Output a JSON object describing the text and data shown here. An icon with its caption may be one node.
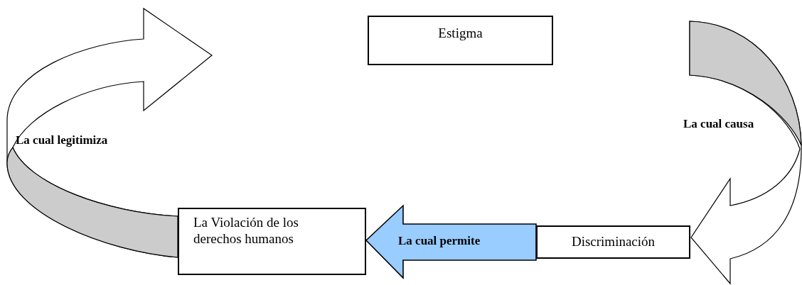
{
  "diagram": {
    "nodes": [
      {
        "text": [
          "Estigma"
        ]
      },
      {
        "text": [
          "Discriminación"
        ]
      },
      {
        "text": [
          "La Violación de los derechos humanos"
        ]
      }
    ],
    "edges": [
      {
        "from": null,
        "to": 1,
        "arrow": "to",
        "label": "La cual causa"
      },
      {
        "from": 1,
        "to": 2,
        "arrow": "to",
        "label": "La cual permite",
        "style": "thick",
        "color": "#99ccff"
      },
      {
        "from": 2,
        "to": null,
        "arrow": "to",
        "label": "La cual legitimiza"
      }
    ]
  }
}
